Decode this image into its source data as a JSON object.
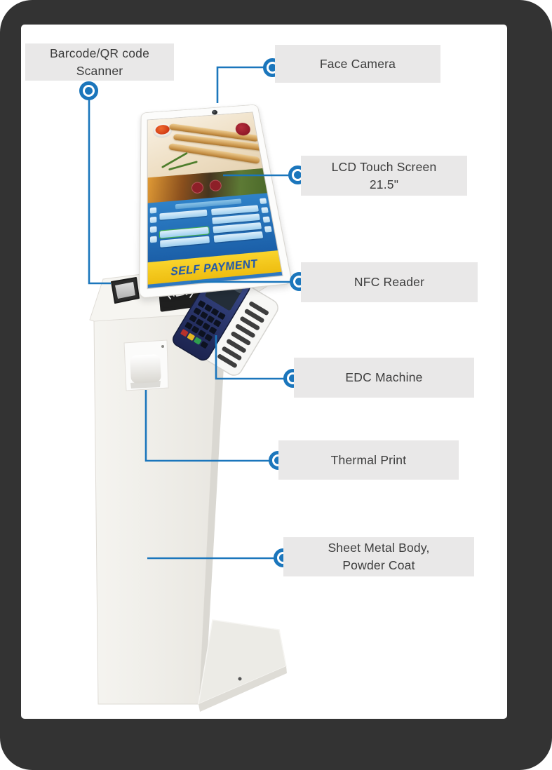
{
  "title": "Self payment kiosk feature diagram",
  "colors": {
    "accent_blue": "#1b76bc",
    "frame_dark": "#333333",
    "card_bg": "#ffffff",
    "label_bg": "#e9e8e8",
    "label_text": "#3c3c3c",
    "kiosk_body": "#f1f0ec",
    "screen_footer_bg": "#f3c71d",
    "screen_footer_text": "#1a55b0"
  },
  "icons": {
    "callout_marker": "target-ring",
    "face_camera_lens": "dark-dot",
    "nfc_contactless": "radio-wave-arcs",
    "barcode_window": "dark-framed-glass",
    "thermal_paper": "white-roll"
  },
  "labels": [
    {
      "id": "barcode-scanner",
      "line1": "Barcode/QR code",
      "line2": "Scanner"
    },
    {
      "id": "face-camera",
      "text": "Face Camera"
    },
    {
      "id": "lcd-touch-screen",
      "line1": "LCD Touch Screen",
      "line2": "21.5\""
    },
    {
      "id": "nfc-reader",
      "text": "NFC Reader"
    },
    {
      "id": "edc-machine",
      "text": "EDC Machine"
    },
    {
      "id": "thermal-print",
      "text": "Thermal Print"
    },
    {
      "id": "sheet-metal-body",
      "line1": "Sheet Metal Body,",
      "line2": "Powder Coat"
    }
  ],
  "kiosk": {
    "screen_banner": "SELF PAYMENT"
  }
}
